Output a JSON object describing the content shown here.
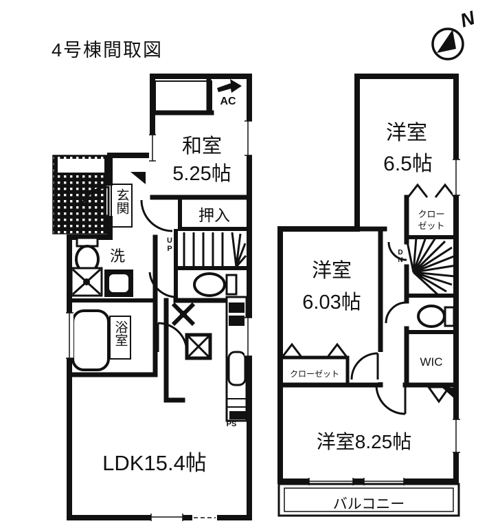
{
  "title": "4号棟間取図",
  "compass": {
    "north": "N"
  },
  "f1": {
    "washitsu_name": "和室",
    "washitsu_size": "5.25帖",
    "ac": "AC",
    "genkan": "玄関",
    "oshiire": "押入",
    "up": "UP",
    "laundry": "洗",
    "bath": "浴室",
    "ldk": "LDK15.4帖",
    "ps": "PS"
  },
  "f2": {
    "b65_name": "洋室",
    "b65_size": "6.5帖",
    "closet1": "クロー",
    "closet2": "ゼット",
    "dn": "DN",
    "b603_name": "洋室",
    "b603_size": "6.03帖",
    "closet603": "クローゼット",
    "wic": "WIC",
    "b825": "洋室8.25帖",
    "balcony": "バルコニー"
  },
  "colors": {
    "ink": "#111111",
    "bg": "#ffffff"
  }
}
